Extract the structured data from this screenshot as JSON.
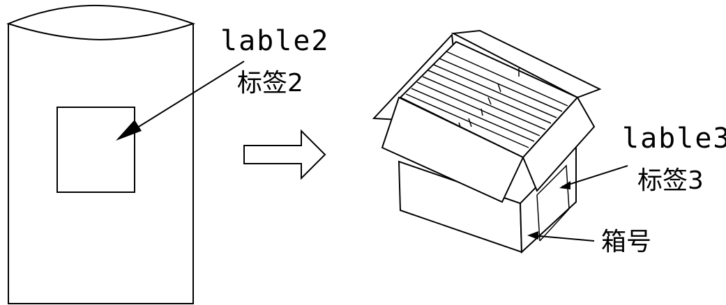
{
  "labels": {
    "bag_label_en": "lable2",
    "bag_label_zh": "标签2",
    "box_label_en": "lable3",
    "box_label_zh": "标签3",
    "box_number": "箱号"
  }
}
